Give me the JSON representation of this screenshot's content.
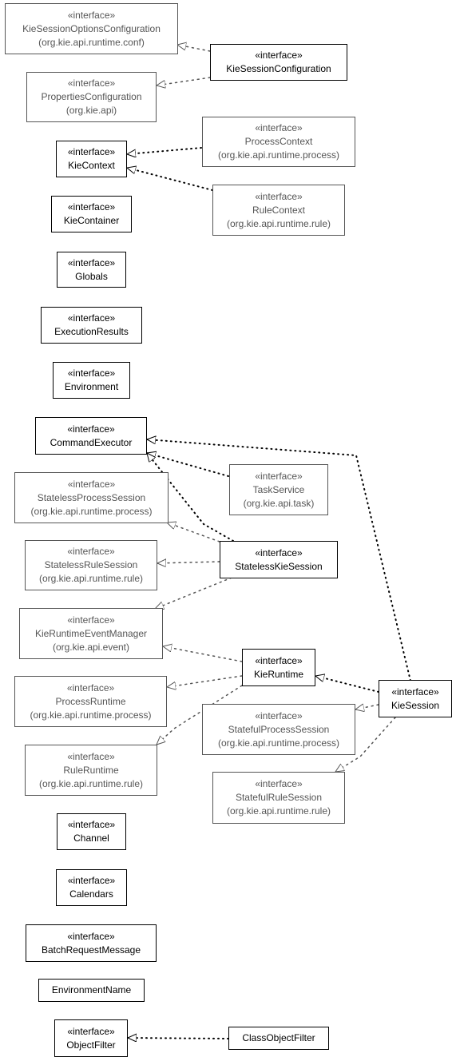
{
  "colors": {
    "local_border": "#000000",
    "external_border": "#555555",
    "local_edge": "#000000",
    "external_edge": "#555555"
  },
  "nodes": {
    "kie_session_options_configuration": {
      "stereotype": "«interface»",
      "name": "KieSessionOptionsConfiguration",
      "package": "(org.kie.api.runtime.conf)"
    },
    "kie_session_configuration": {
      "stereotype": "«interface»",
      "name": "KieSessionConfiguration"
    },
    "properties_configuration": {
      "stereotype": "«interface»",
      "name": "PropertiesConfiguration",
      "package": "(org.kie.api)"
    },
    "kie_context": {
      "stereotype": "«interface»",
      "name": "KieContext"
    },
    "process_context": {
      "stereotype": "«interface»",
      "name": "ProcessContext",
      "package": "(org.kie.api.runtime.process)"
    },
    "rule_context": {
      "stereotype": "«interface»",
      "name": "RuleContext",
      "package": "(org.kie.api.runtime.rule)"
    },
    "kie_container": {
      "stereotype": "«interface»",
      "name": "KieContainer"
    },
    "globals": {
      "stereotype": "«interface»",
      "name": "Globals"
    },
    "execution_results": {
      "stereotype": "«interface»",
      "name": "ExecutionResults"
    },
    "environment": {
      "stereotype": "«interface»",
      "name": "Environment"
    },
    "command_executor": {
      "stereotype": "«interface»",
      "name": "CommandExecutor"
    },
    "stateless_process_session": {
      "stereotype": "«interface»",
      "name": "StatelessProcessSession",
      "package": "(org.kie.api.runtime.process)"
    },
    "task_service": {
      "stereotype": "«interface»",
      "name": "TaskService",
      "package": "(org.kie.api.task)"
    },
    "stateless_rule_session": {
      "stereotype": "«interface»",
      "name": "StatelessRuleSession",
      "package": "(org.kie.api.runtime.rule)"
    },
    "stateless_kie_session": {
      "stereotype": "«interface»",
      "name": "StatelessKieSession"
    },
    "kie_runtime_event_manager": {
      "stereotype": "«interface»",
      "name": "KieRuntimeEventManager",
      "package": "(org.kie.api.event)"
    },
    "kie_runtime": {
      "stereotype": "«interface»",
      "name": "KieRuntime"
    },
    "process_runtime": {
      "stereotype": "«interface»",
      "name": "ProcessRuntime",
      "package": "(org.kie.api.runtime.process)"
    },
    "kie_session": {
      "stereotype": "«interface»",
      "name": "KieSession"
    },
    "stateful_process_session": {
      "stereotype": "«interface»",
      "name": "StatefulProcessSession",
      "package": "(org.kie.api.runtime.process)"
    },
    "rule_runtime": {
      "stereotype": "«interface»",
      "name": "RuleRuntime",
      "package": "(org.kie.api.runtime.rule)"
    },
    "stateful_rule_session": {
      "stereotype": "«interface»",
      "name": "StatefulRuleSession",
      "package": "(org.kie.api.runtime.rule)"
    },
    "channel": {
      "stereotype": "«interface»",
      "name": "Channel"
    },
    "calendars": {
      "stereotype": "«interface»",
      "name": "Calendars"
    },
    "batch_request_message": {
      "stereotype": "«interface»",
      "name": "BatchRequestMessage"
    },
    "environment_name": {
      "name": "EnvironmentName"
    },
    "object_filter": {
      "stereotype": "«interface»",
      "name": "ObjectFilter"
    },
    "class_object_filter": {
      "name": "ClassObjectFilter"
    }
  }
}
